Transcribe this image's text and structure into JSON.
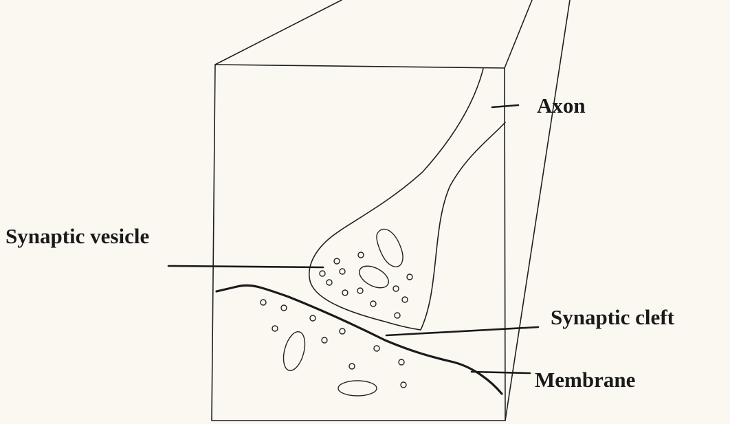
{
  "labels": {
    "axon": "Axon",
    "synaptic_vesicle": "Synaptic vesicle",
    "synaptic_cleft": "Synaptic cleft",
    "membrane": "Membrane"
  },
  "colors": {
    "background": "#fbf8f2",
    "ink": "#1a1a1a"
  }
}
